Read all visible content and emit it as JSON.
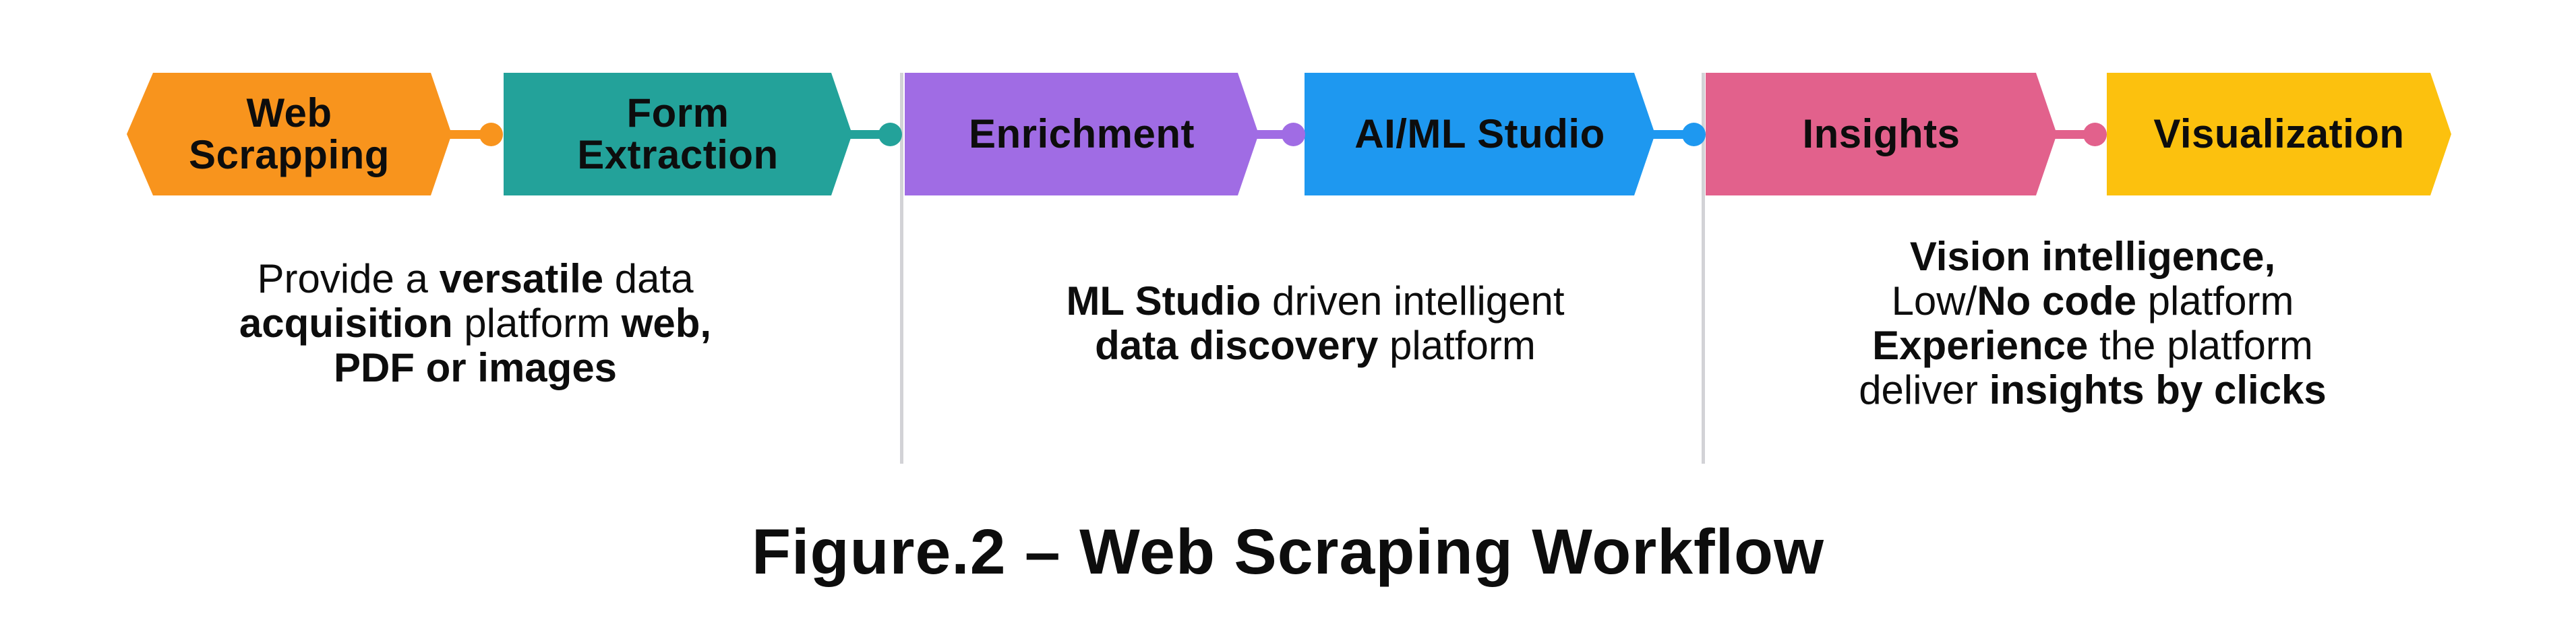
{
  "steps": [
    {
      "label": "Web\nScrapping",
      "color": "#F8941D"
    },
    {
      "label": "Form\nExtraction",
      "color": "#23A29A"
    },
    {
      "label": "Enrichment",
      "color": "#A06CE4"
    },
    {
      "label": "AI/ML Studio",
      "color": "#1E98F0"
    },
    {
      "label": "Insights",
      "color": "#E2618C"
    },
    {
      "label": "Visualization",
      "color": "#FCC10E"
    }
  ],
  "descriptions": [
    {
      "lines": [
        [
          {
            "t": "Provide a ",
            "b": false
          },
          {
            "t": "versatile",
            "b": true
          },
          {
            "t": " data",
            "b": false
          }
        ],
        [
          {
            "t": "acquisition",
            "b": true
          },
          {
            "t": " platform ",
            "b": false
          },
          {
            "t": "web,",
            "b": true
          }
        ],
        [
          {
            "t": "PDF or images",
            "b": true
          }
        ]
      ]
    },
    {
      "lines": [
        [
          {
            "t": "ML Studio",
            "b": true
          },
          {
            "t": " driven intelligent",
            "b": false
          }
        ],
        [
          {
            "t": "data discovery",
            "b": true
          },
          {
            "t": " platform",
            "b": false
          }
        ]
      ]
    },
    {
      "lines": [
        [
          {
            "t": "Vision intelligence,",
            "b": true
          }
        ],
        [
          {
            "t": "Low/",
            "b": false
          },
          {
            "t": "No code",
            "b": true
          },
          {
            "t": " platform",
            "b": false
          }
        ],
        [
          {
            "t": "Experience",
            "b": true
          },
          {
            "t": " the platform",
            "b": false
          }
        ],
        [
          {
            "t": "deliver ",
            "b": false
          },
          {
            "t": "insights by clicks",
            "b": true
          }
        ]
      ]
    }
  ],
  "divider_color": "#D2D2D6",
  "caption": "Figure.2 – Web Scraping Workflow"
}
